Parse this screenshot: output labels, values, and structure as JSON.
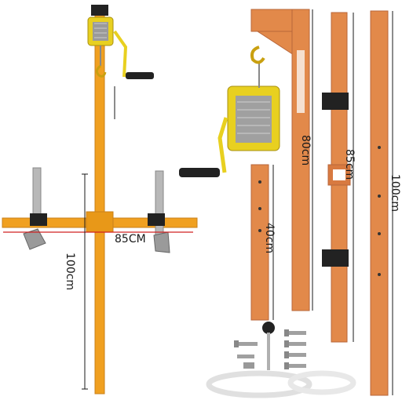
{
  "labels": {
    "crossbar_width": "85CM",
    "left_pole_height": "100cm",
    "bracket_length": "80cm",
    "middle_pole_length": "85cm",
    "right_pole_length": "100cm",
    "short_pole_length": "40cm"
  },
  "colors": {
    "frame": "#f0a020",
    "frame_dark": "#c9801a",
    "tube": "#e2894a",
    "tube_dark": "#b8663a",
    "winch": "#e8d020",
    "steel": "#a8a8a8",
    "clamp": "#222222",
    "red_line": "#d02020",
    "dim_line": "#1a1a1a"
  }
}
